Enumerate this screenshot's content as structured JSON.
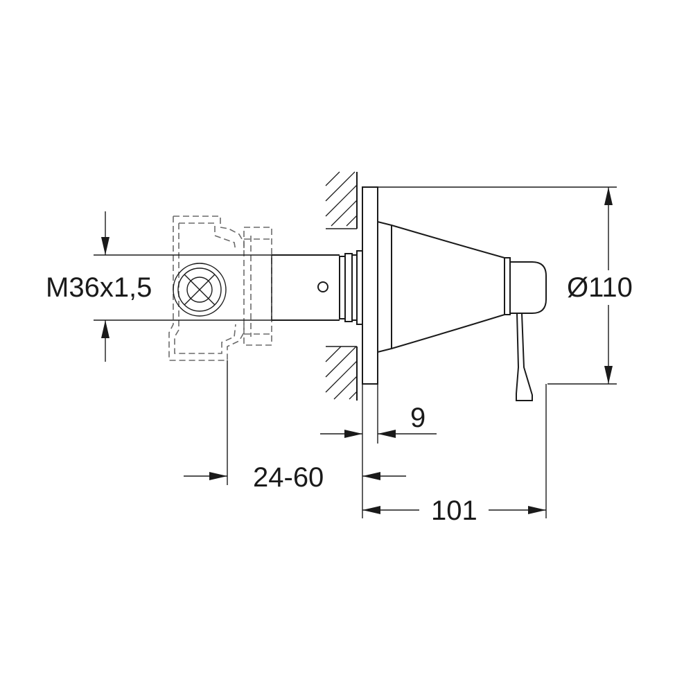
{
  "dimensions": {
    "thread": "M36x1,5",
    "diameter": "Ø110",
    "rosette_thickness": "9",
    "wall_depth": "24-60",
    "projection": "101"
  }
}
